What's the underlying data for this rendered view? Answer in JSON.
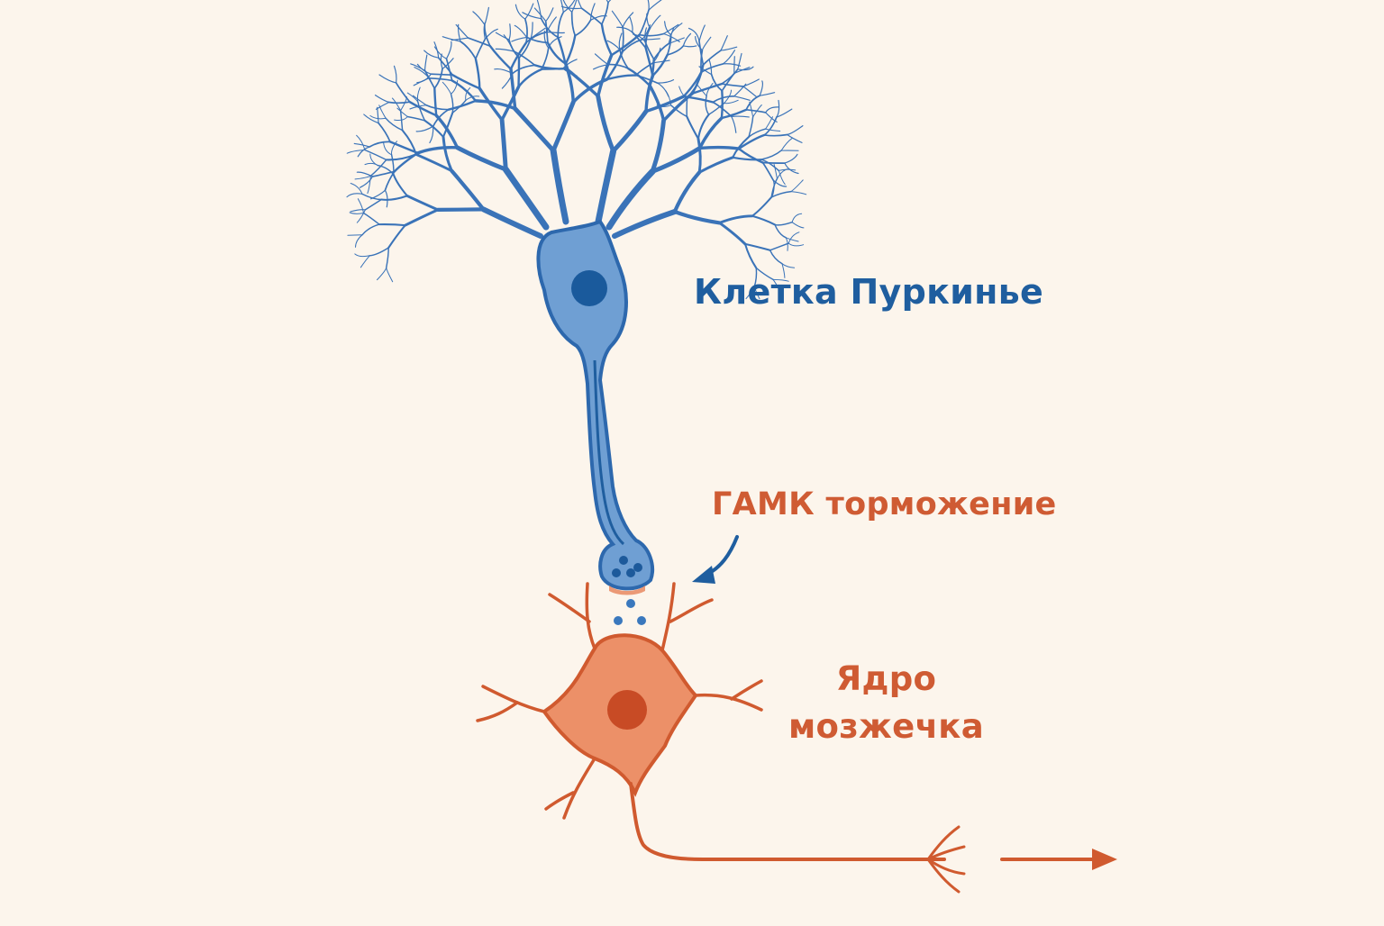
{
  "labels": {
    "purkinje_cell": "Клетка Пуркинье",
    "gaba_inhibition": "ГАМК торможение",
    "nucleus_line1": "Ядро",
    "nucleus_line2": "мозжечка"
  },
  "colors": {
    "background": "#fcf5ec",
    "purkinje_stroke": "#3a73b8",
    "purkinje_fill": "#6f9fd3",
    "purkinje_nucleus": "#1a5a9c",
    "purkinje_label": "#1f5e9f",
    "nuclear_stroke": "#d05a2f",
    "nuclear_fill": "#ec9068",
    "nuclear_nucleus": "#c84b25",
    "accent_label": "#cf5b33"
  },
  "icons": {
    "inhibition_arrow": "curved-arrow-icon",
    "output_arrow": "right-arrow-icon"
  }
}
